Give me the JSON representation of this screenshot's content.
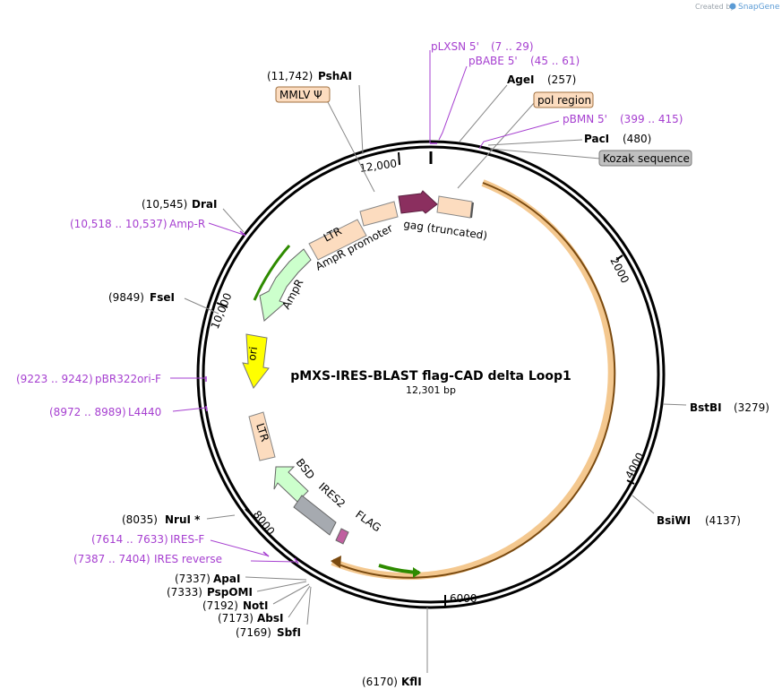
{
  "credit": {
    "prefix": "Created by",
    "brand": "SnapGene"
  },
  "plasmid": {
    "name": "pMXS-IRES-BLAST flag-CAD delta Loop1",
    "length": "12,301 bp"
  },
  "ticks": [
    {
      "label": "2000"
    },
    {
      "label": "4000"
    },
    {
      "label": "6000"
    },
    {
      "label": "8000"
    },
    {
      "label": "10,000"
    },
    {
      "label": "12,000"
    }
  ],
  "features": {
    "ltr_top": "LTR",
    "ampr_promoter": "AmpR promoter",
    "gag": "gag (truncated)",
    "ampr": "AmpR",
    "ori": "ori",
    "ltr_bottom": "LTR",
    "bsd": "BSD",
    "ires2": "IRES2",
    "flag": "FLAG"
  },
  "sites": {
    "psha": {
      "pos": "(11,742)",
      "name": "PshAI"
    },
    "mmlv": {
      "name": "MMLV Ψ"
    },
    "plxsn": {
      "name": "pLXSN 5'",
      "range": "(7 .. 29)"
    },
    "pbabe": {
      "name": "pBABE 5'",
      "range": "(45 .. 61)"
    },
    "agei": {
      "name": "AgeI",
      "pos": "(257)"
    },
    "pol": {
      "name": "pol region"
    },
    "pbmn": {
      "name": "pBMN 5'",
      "range": "(399 .. 415)"
    },
    "paci": {
      "name": "PacI",
      "pos": "(480)"
    },
    "kozak": {
      "name": "Kozak sequence"
    },
    "drai": {
      "pos": "(10,545)",
      "name": "DraI"
    },
    "ampr_primer": {
      "range": "(10,518 .. 10,537)",
      "name": "Amp-R"
    },
    "fsei": {
      "pos": "(9849)",
      "name": "FseI"
    },
    "pbr322": {
      "range": "(9223 .. 9242)",
      "name": "pBR322ori-F"
    },
    "l4440": {
      "range": "(8972 .. 8989)",
      "name": "L4440"
    },
    "bstbi": {
      "name": "BstBI",
      "pos": "(3279)"
    },
    "bsiwi": {
      "name": "BsiWI",
      "pos": "(4137)"
    },
    "nrui": {
      "pos": "(8035)",
      "name": "NruI *"
    },
    "iresf": {
      "range": "(7614 .. 7633)",
      "name": "IRES-F"
    },
    "iresr": {
      "range": "(7387 .. 7404)",
      "name": "IRES reverse"
    },
    "apai": {
      "pos": "(7337)",
      "name": "ApaI"
    },
    "pspomi": {
      "pos": "(7333)",
      "name": "PspOMI"
    },
    "noti": {
      "pos": "(7192)",
      "name": "NotI"
    },
    "absi": {
      "pos": "(7173)",
      "name": "AbsI"
    },
    "sbfi": {
      "pos": "(7169)",
      "name": "SbfI"
    },
    "kfli": {
      "pos": "(6170)",
      "name": "KflI"
    }
  },
  "colors": {
    "backbone": "#000000",
    "primer": "#a63fd0",
    "gag": "#8b2f5f",
    "ltr": "#fcdcbf",
    "ampr": "#ccffcc",
    "ori": "#ffff00",
    "bsd": "#ccffcc",
    "ires2": "#a6aab0",
    "flag": "#c060a0",
    "cad_orange": "#f0b060",
    "cad_dark": "#7a4a10",
    "green_arrow": "#2e8b00",
    "kozak_box": "#c0c0c0"
  }
}
